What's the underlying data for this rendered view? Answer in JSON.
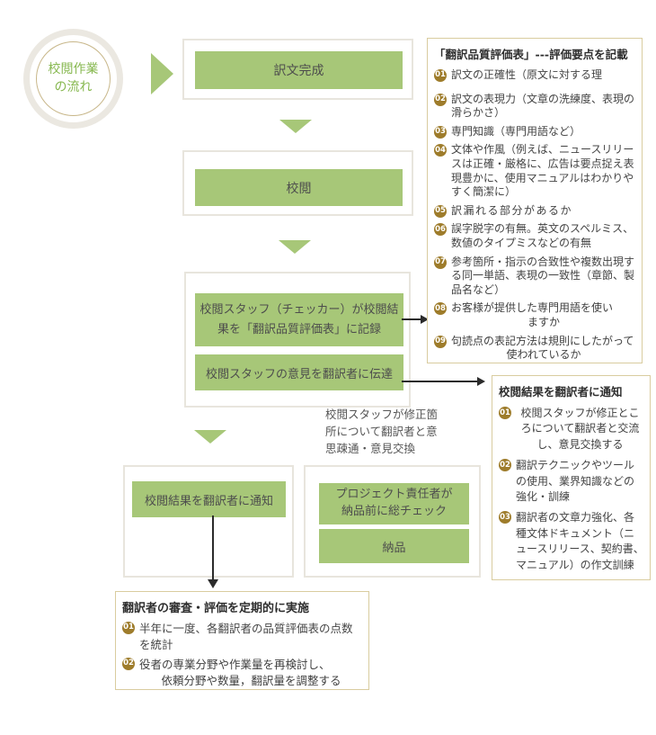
{
  "colors": {
    "green": "#a7c778",
    "badge_gold": "#9e7c2b",
    "panel_border": "#d9cc9f",
    "frame_border": "#e8e5dd",
    "box_text": "#4d4d4d",
    "circle_text": "#87b850",
    "connector": "#2b2b2b"
  },
  "start": {
    "label_line1": "校閲作業",
    "label_line2": "の流れ"
  },
  "flow": {
    "box1": "訳文完成",
    "box2": "校閲",
    "box3a": "校閲スタッフ（チェッカー）が校閲結果を「翻訳品質評価表」に記録",
    "box3b": "校閲スタッフの意見を翻訳者に伝達",
    "box4": "校閲結果を翻訳者に通知",
    "box5a_line1": "プロジェクト責任者が",
    "box5a_line2": "納品前に総チェック",
    "box5b": "納品",
    "annotation": "校閲スタッフが修正箇所について翻訳者と意思疎通・意見交換"
  },
  "panel_quality": {
    "title": "「翻訳品質評価表」---評価要点を記載",
    "items": [
      {
        "num": "01",
        "text": "訳文の正確性（原文に対する理"
      },
      {
        "num": "02",
        "text": "訳文の表現力（文章の洗練度、表現の滑らかさ）"
      },
      {
        "num": "03",
        "text": "専門知識（専門用語など）"
      },
      {
        "num": "04",
        "text": "文体や作風（例えば、ニュースリリースは正確・厳格に、広告は要点捉え表現豊かに、使用マニュアルはわかりやすく簡潔に）"
      },
      {
        "num": "05",
        "text": "訳漏れる部分があるか"
      },
      {
        "num": "06",
        "text": "誤字脱字の有無。英文のスペルミス、数値のタイプミスなどの有無"
      },
      {
        "num": "07",
        "text": "参考箇所・指示の合致性や複数出現する同一単語、表現の一致性（章節、製品名など）"
      },
      {
        "num": "08",
        "line1": "お客様が提供した専門用語を使い",
        "line2": "ますか"
      },
      {
        "num": "09",
        "line1": "句読点の表記方法は規則にしたがって",
        "line2": "使われているか"
      }
    ]
  },
  "panel_notify": {
    "title": "校閲結果を翻訳者に通知",
    "items": [
      {
        "num": "01",
        "text": "校閲スタッフが修正ところについて翻訳者と交流し、意見交換する"
      },
      {
        "num": "02",
        "text": "翻訳テクニックやツールの使用、業界知識などの強化・訓練"
      },
      {
        "num": "03",
        "text": "翻訳者の文章力強化、各種文体ドキュメント（ニュースリリース、契約書、マニュアル）の作文訓練"
      }
    ]
  },
  "panel_review": {
    "title": "翻訳者の審査・評価を定期的に実施",
    "items": [
      {
        "num": "01",
        "text": "半年に一度、各翻訳者の品質評価表の点数を統計"
      },
      {
        "num": "02",
        "line1": "役者の専業分野や作業量を再検討し、",
        "line2": "依頼分野や数量，翻訳量を調整する"
      }
    ]
  }
}
